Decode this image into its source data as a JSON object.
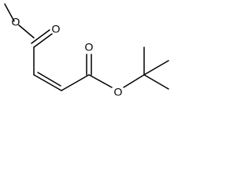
{
  "molecule": {
    "atoms": {
      "ester_oxygen_left": "O",
      "carbonyl_oxygen_left": "O",
      "carbonyl_oxygen_right": "O",
      "ester_oxygen_right": "O"
    }
  },
  "colors": {
    "bond": "#000000",
    "background": "#ffffff"
  }
}
